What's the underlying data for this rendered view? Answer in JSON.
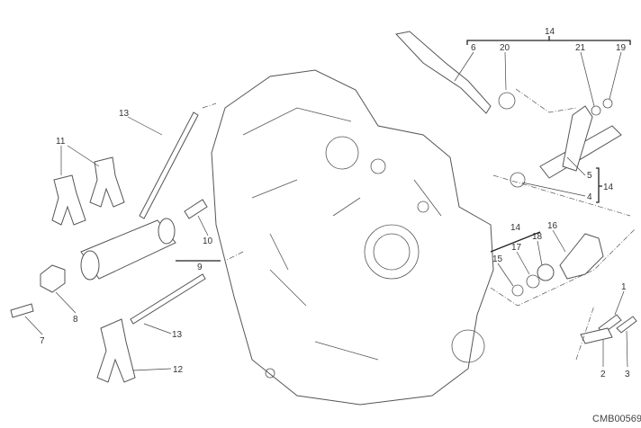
{
  "diagram": {
    "drawing_code": "CMB00569",
    "callouts": {
      "group_top": "14",
      "c6": "6",
      "c20": "20",
      "c21": "21",
      "c19": "19",
      "c13_top": "13",
      "c11": "11",
      "c5": "5",
      "c4": "4",
      "group_right": "14",
      "c10": "10",
      "c9": "9",
      "group_mid": "14",
      "c16": "16",
      "c18": "18",
      "c17": "17",
      "c15": "15",
      "c8": "8",
      "c7": "7",
      "c1": "1",
      "c2": "2",
      "c3": "3",
      "c13_bottom": "13",
      "c12": "12"
    }
  }
}
